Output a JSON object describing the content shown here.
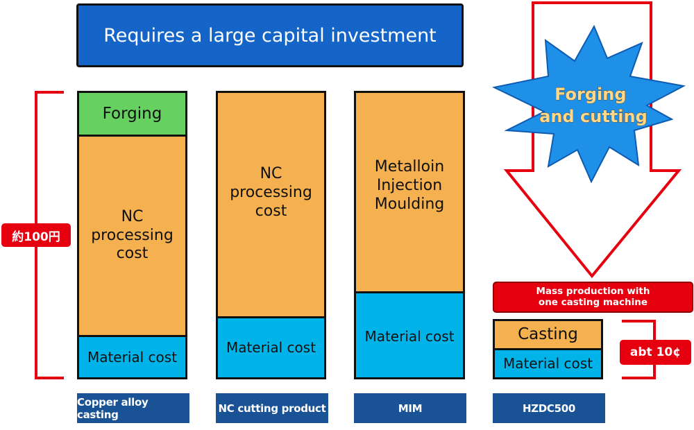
{
  "banner": "Requires a large capital investment",
  "burst_text": "Forging\nand cutting",
  "price_left": "約100円",
  "price_right": "abt 10¢",
  "mass_production": "Mass production with\none casting machine",
  "columns": [
    {
      "label": "Copper alloy casting",
      "segments": [
        "Forging",
        "NC\nprocessing\ncost",
        "Material cost"
      ]
    },
    {
      "label": "NC cutting product",
      "segments": [
        "NC\nprocessing\ncost",
        "Material cost"
      ]
    },
    {
      "label": "MIM",
      "segments": [
        "Metalloin\nInjection\nMoulding",
        "Material cost"
      ]
    },
    {
      "label": "HZDC500",
      "segments": [
        "Casting",
        "Material cost"
      ]
    }
  ],
  "colors": {
    "banner_blue": "#1565c8",
    "label_navy": "#1a5296",
    "forging_green": "#66d060",
    "process_orange": "#f5b050",
    "material_cyan": "#00b4ea",
    "accent_red": "#e6000f",
    "burst_blue": "#1e90e8",
    "burst_text": "#ffd98a"
  }
}
